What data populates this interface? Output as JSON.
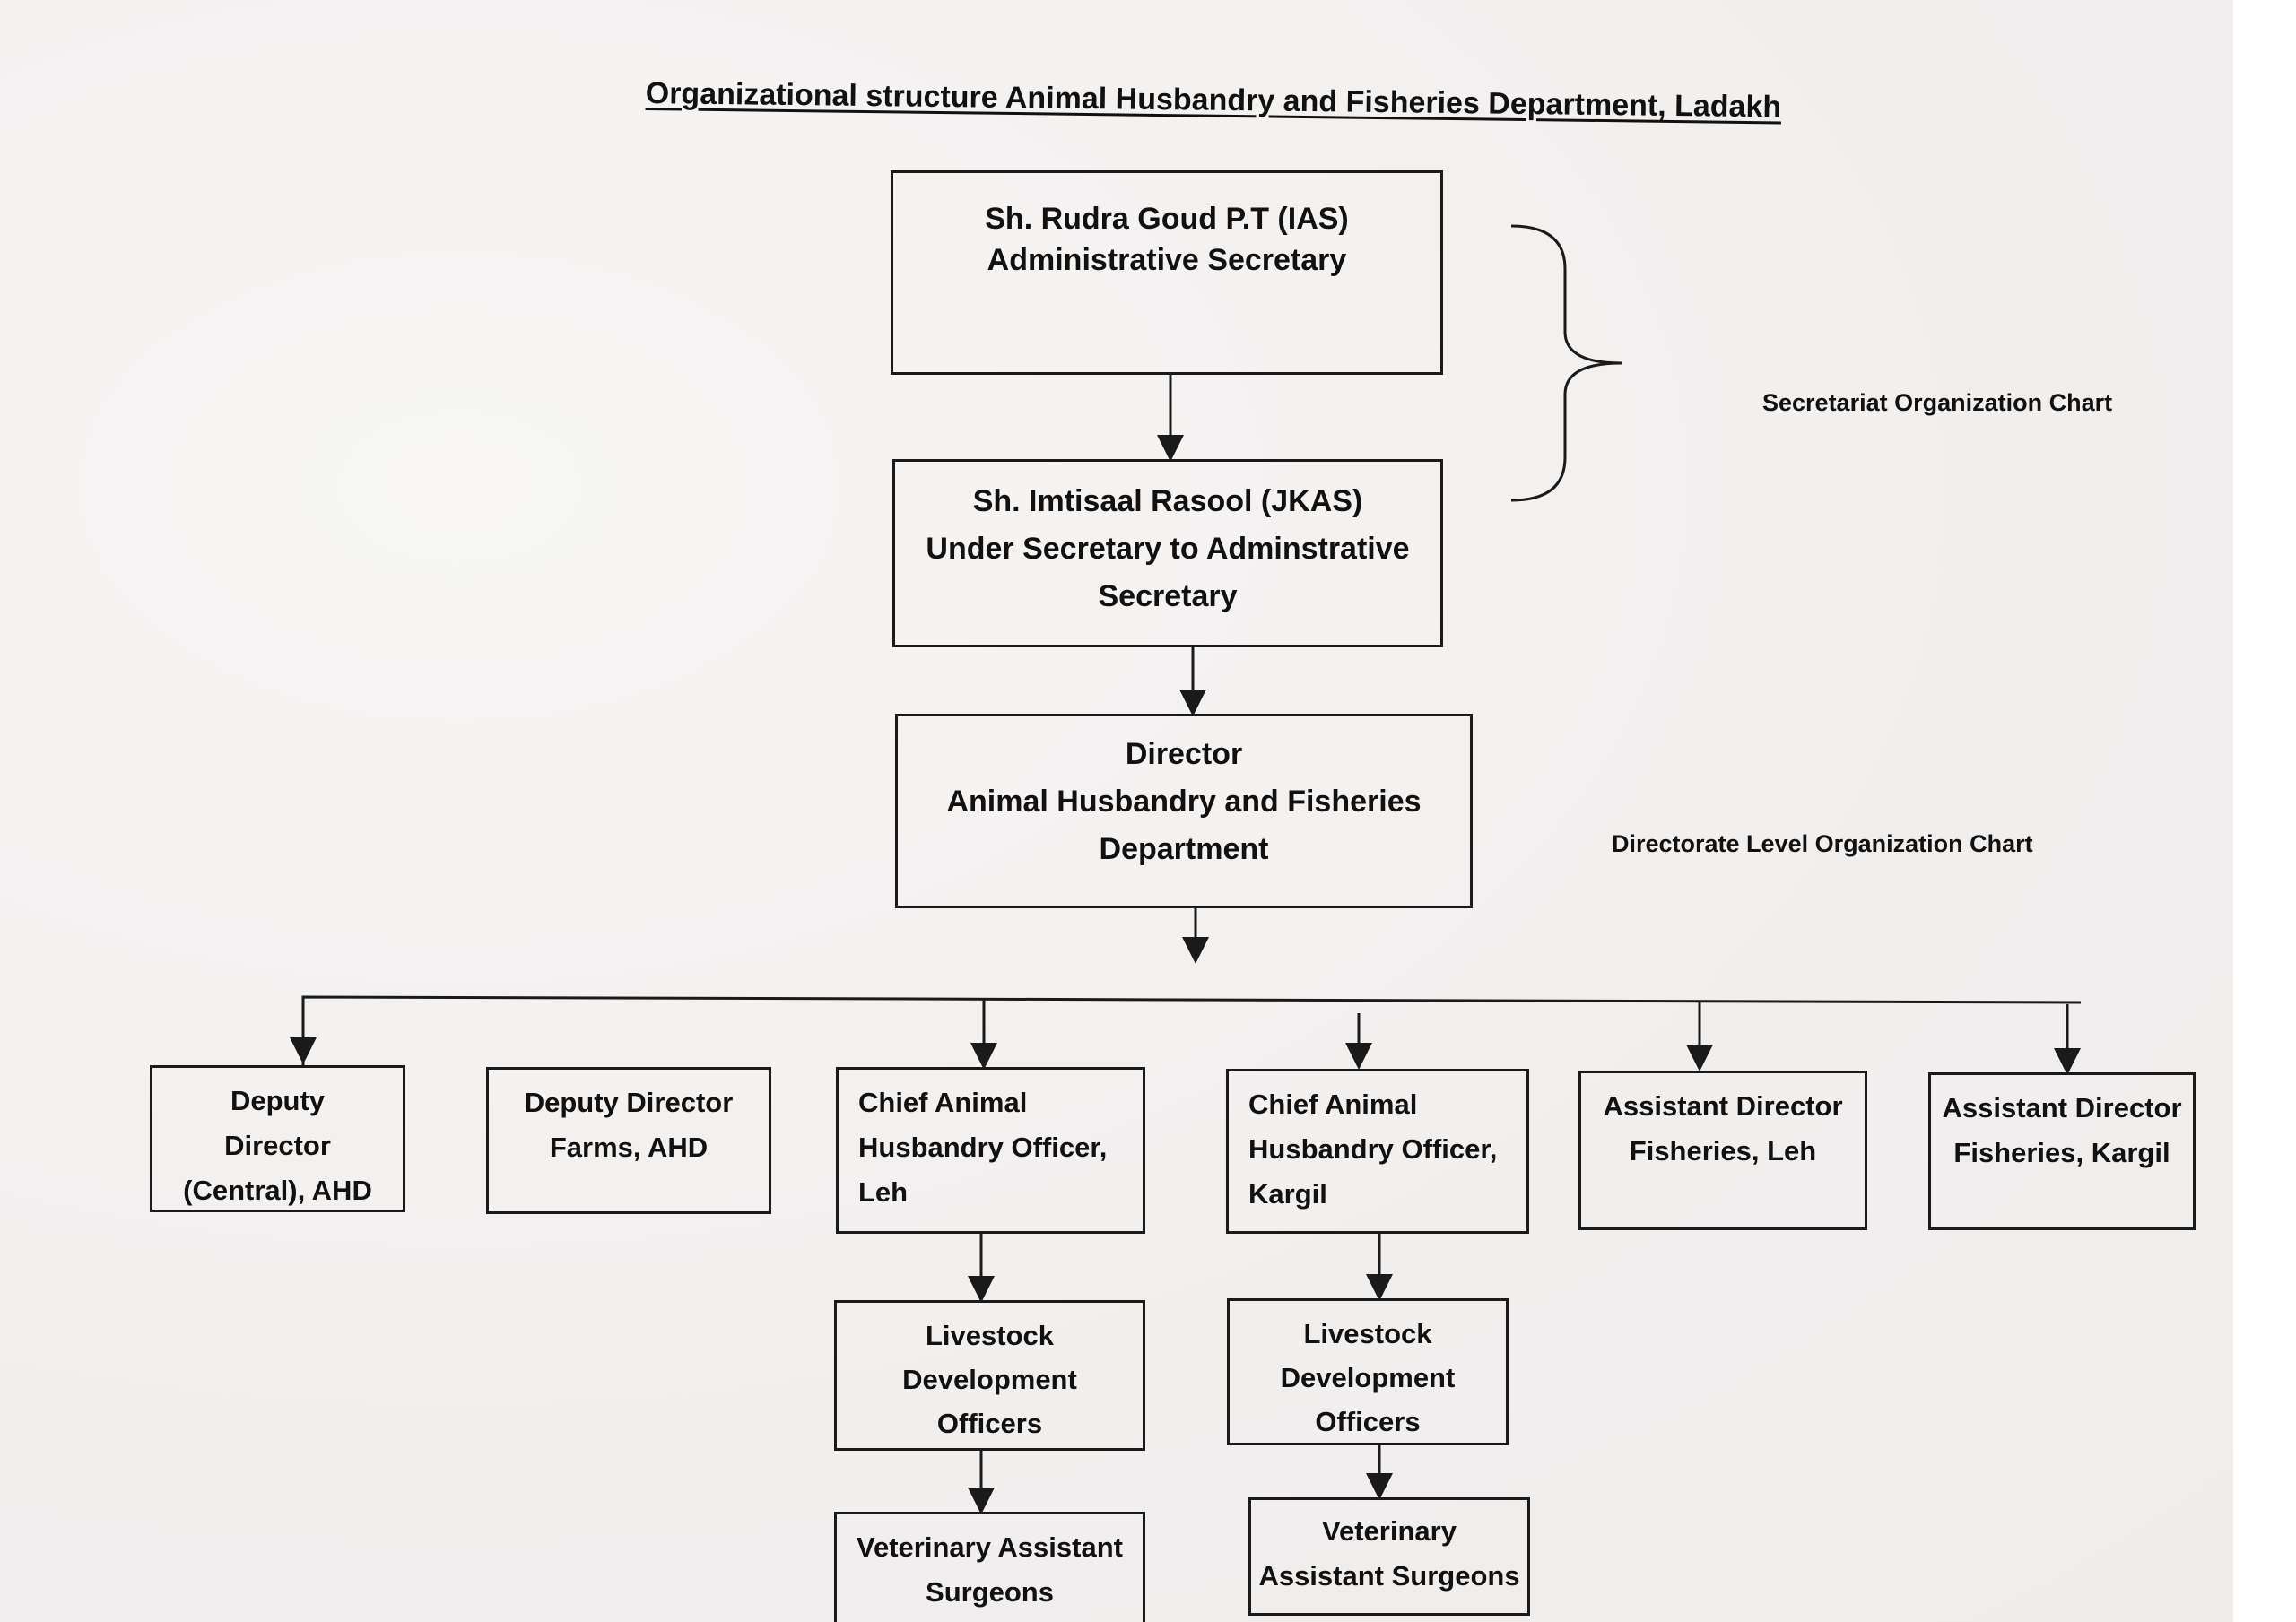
{
  "title": "Organizational structure Animal Husbandry and Fisheries Department, Ladakh",
  "labels": {
    "secretariat": "Secretariat Organization Chart",
    "directorate": "Directorate Level Organization Chart"
  },
  "nodes": {
    "admin_secretary": [
      "Sh. Rudra Goud P.T (IAS)",
      "Administrative Secretary"
    ],
    "under_secretary": [
      "Sh. Imtisaal Rasool (JKAS)",
      "Under Secretary to Adminstrative",
      "Secretary"
    ],
    "director": [
      "Director",
      "Animal Husbandry and Fisheries",
      "Department"
    ],
    "deputy_central": [
      "Deputy",
      "Director",
      "(Central), AHD"
    ],
    "deputy_farms": [
      "Deputy Director",
      "Farms, AHD"
    ],
    "caho_leh": [
      "Chief Animal",
      "Husbandry Officer,",
      "Leh"
    ],
    "caho_kargil": [
      "Chief Animal",
      "Husbandry Officer,",
      "Kargil"
    ],
    "adf_leh": [
      "Assistant Director",
      "Fisheries, Leh"
    ],
    "adf_kargil": [
      "Assistant Director",
      "Fisheries, Kargil"
    ],
    "ldo_leh": [
      "Livestock",
      "Development",
      "Officers"
    ],
    "ldo_kargil": [
      "Livestock",
      "Development",
      "Officers"
    ],
    "vas_leh": [
      "Veterinary Assistant",
      "Surgeons"
    ],
    "vas_kargil": [
      "Veterinary",
      "Assistant Surgeons"
    ]
  }
}
